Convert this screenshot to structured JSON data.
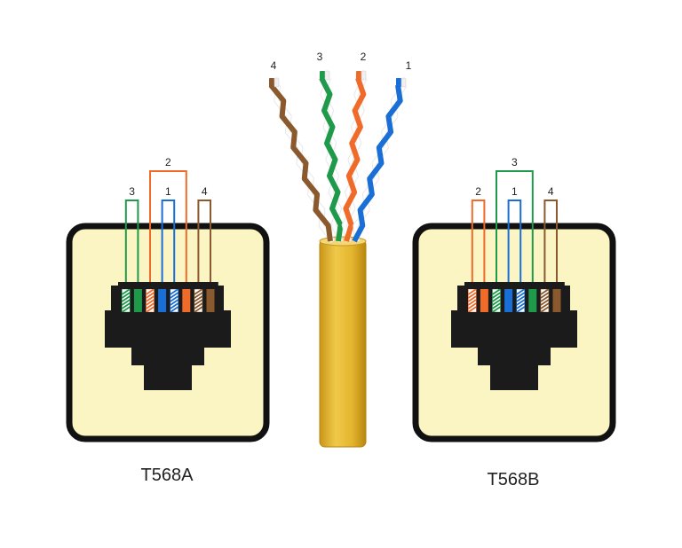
{
  "colors": {
    "background": "#ffffff",
    "jack_face": "#fbf5c4",
    "jack_border": "#111111",
    "socket": "#1b1b1b",
    "cable_jacket": "#e2b52e",
    "green": "#1f9a4a",
    "blue": "#1a6fd6",
    "orange": "#f06a2a",
    "brown": "#8a5a2e",
    "white": "#ffffff"
  },
  "cable": {
    "pairs": [
      {
        "pair": "4",
        "color": "brown"
      },
      {
        "pair": "3",
        "color": "green"
      },
      {
        "pair": "2",
        "color": "orange"
      },
      {
        "pair": "1",
        "color": "blue"
      }
    ]
  },
  "jacks": [
    {
      "label": "T568A",
      "pins": [
        "white-green",
        "green",
        "white-orange",
        "blue",
        "white-blue",
        "orange",
        "white-brown",
        "brown"
      ],
      "pair_labels": [
        {
          "pair": "3",
          "color": "green",
          "pins": [
            1,
            2
          ]
        },
        {
          "pair": "2",
          "color": "orange",
          "pins": [
            3,
            6
          ]
        },
        {
          "pair": "1",
          "color": "blue",
          "pins": [
            4,
            5
          ]
        },
        {
          "pair": "4",
          "color": "brown",
          "pins": [
            7,
            8
          ]
        }
      ]
    },
    {
      "label": "T568B",
      "pins": [
        "white-orange",
        "orange",
        "white-green",
        "blue",
        "white-blue",
        "green",
        "white-brown",
        "brown"
      ],
      "pair_labels": [
        {
          "pair": "2",
          "color": "orange",
          "pins": [
            1,
            2
          ]
        },
        {
          "pair": "3",
          "color": "green",
          "pins": [
            3,
            6
          ]
        },
        {
          "pair": "1",
          "color": "blue",
          "pins": [
            4,
            5
          ]
        },
        {
          "pair": "4",
          "color": "brown",
          "pins": [
            7,
            8
          ]
        }
      ]
    }
  ]
}
